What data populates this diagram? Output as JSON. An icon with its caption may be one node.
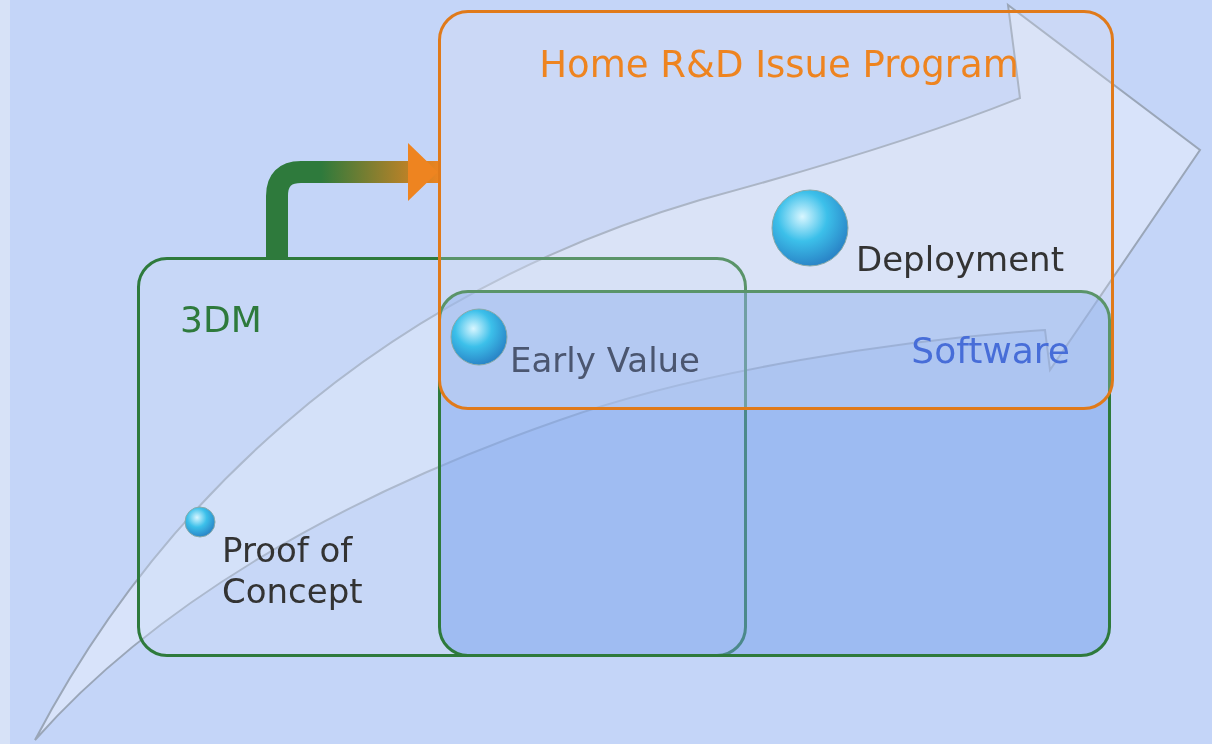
{
  "diagram": {
    "nodes": [
      {
        "text": [
          "Home R&D Issue Program"
        ]
      },
      {
        "text": [
          "Deployment"
        ],
        "in": 0
      },
      {
        "text": [
          "3DM"
        ]
      },
      {
        "text": [
          "Software"
        ]
      },
      {
        "text": [
          "Early Value"
        ]
      },
      {
        "text": [
          "Proof of Concept"
        ],
        "in": 2
      }
    ],
    "edges": [
      {
        "from": 2,
        "to": 0,
        "arrow": "to",
        "style": "thick"
      }
    ]
  }
}
